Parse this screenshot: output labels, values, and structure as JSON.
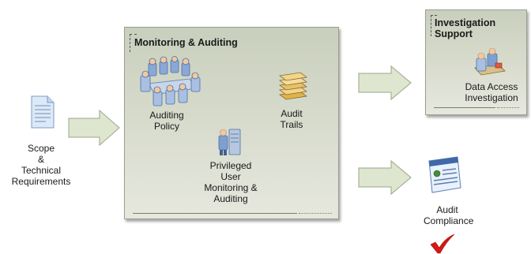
{
  "diagram": {
    "input": {
      "label": "Scope\n&\nTechnical\nRequirements",
      "icon": "document-icon"
    },
    "monitoring_box": {
      "title": "Monitoring & Auditing",
      "nodes": {
        "auditing_policy": {
          "label": "Auditing\nPolicy",
          "icon": "meeting-group-icon"
        },
        "audit_trails": {
          "label": "Audit\nTrails",
          "icon": "stacked-files-icon"
        },
        "privileged_user": {
          "label": "Privileged\nUser\nMonitoring &\nAuditing",
          "icon": "user-at-server-icon"
        }
      }
    },
    "investigation_box": {
      "title": "Investigation\nSupport",
      "nodes": {
        "data_access": {
          "label": "Data Access\nInvestigation",
          "icon": "people-at-desk-icon"
        }
      }
    },
    "compliance": {
      "label": "Audit\nCompliance",
      "icon": "browser-window-icon",
      "check_icon": "checkmark-icon"
    }
  },
  "colors": {
    "box_fill": "#d6dacb",
    "arrow_fill": "#dfe6cf",
    "arrow_stroke": "#9aa58a",
    "check_red": "#d31a14"
  }
}
